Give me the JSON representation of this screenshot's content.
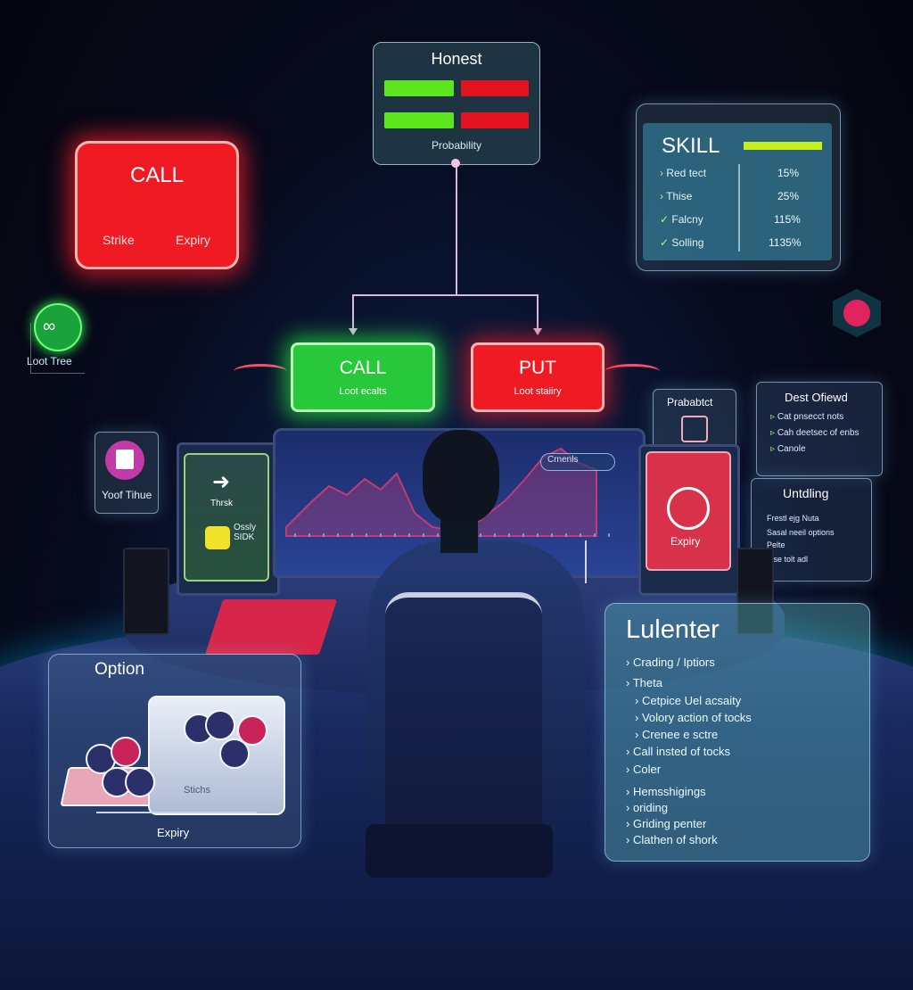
{
  "call_card": {
    "title": "CALL",
    "left_label": "Strike",
    "right_label": "Expiry"
  },
  "honest_panel": {
    "title": "Honest",
    "footer": "Probability"
  },
  "skill_panel": {
    "title": "SKILL",
    "rows": [
      {
        "label": "Red tect",
        "value": "15%"
      },
      {
        "label": "Thise",
        "value": "25%"
      },
      {
        "label": "Falcny",
        "value": "115%"
      },
      {
        "label": "Solling",
        "value": "1135%"
      }
    ]
  },
  "call_button": {
    "label": "CALL",
    "sub": "Loot ecalts"
  },
  "put_button": {
    "label": "PUT",
    "sub": "Loot staiiry"
  },
  "loot_tree": {
    "label": "Loot Tree"
  },
  "yoof_tile": {
    "label": "Yoof Tihue"
  },
  "left_monitor": {
    "label": "Thrsk",
    "note": "Ossly SIDK"
  },
  "right_monitor": {
    "label": "Expiry"
  },
  "probability_tile": {
    "label": "Prababtct"
  },
  "chart_legend": {
    "label": "Crnenls"
  },
  "best_panel": {
    "title": "Dest Ofiewd",
    "items": [
      "Cat pnsecct nots",
      "Cah deetsec of enbs",
      "Canole"
    ]
  },
  "undling_panel": {
    "title": "Untdling",
    "items": [
      "Frestl ejg Nuta",
      "Sasal neeil options",
      "Pelte",
      "Inse tolt adl"
    ]
  },
  "option_panel": {
    "title": "Option",
    "chest_label": "Stichs",
    "footer": "Expiry"
  },
  "lulenter_panel": {
    "title": "Lulenter",
    "items": [
      "Crading / Iptiors",
      "Theta",
      "Cetpice Uel acsaity",
      "Volory action of tocks",
      "Crenee e sctre",
      "Call insted of tocks",
      "Coler",
      "Hemsshigings",
      "oriding",
      "Griding penter",
      "Clathen of shork"
    ]
  },
  "colors": {
    "call_red": "#f01a22",
    "call_green": "#27c93b",
    "skill_bar": "#c6f01c",
    "glass": "#5ab4be"
  }
}
